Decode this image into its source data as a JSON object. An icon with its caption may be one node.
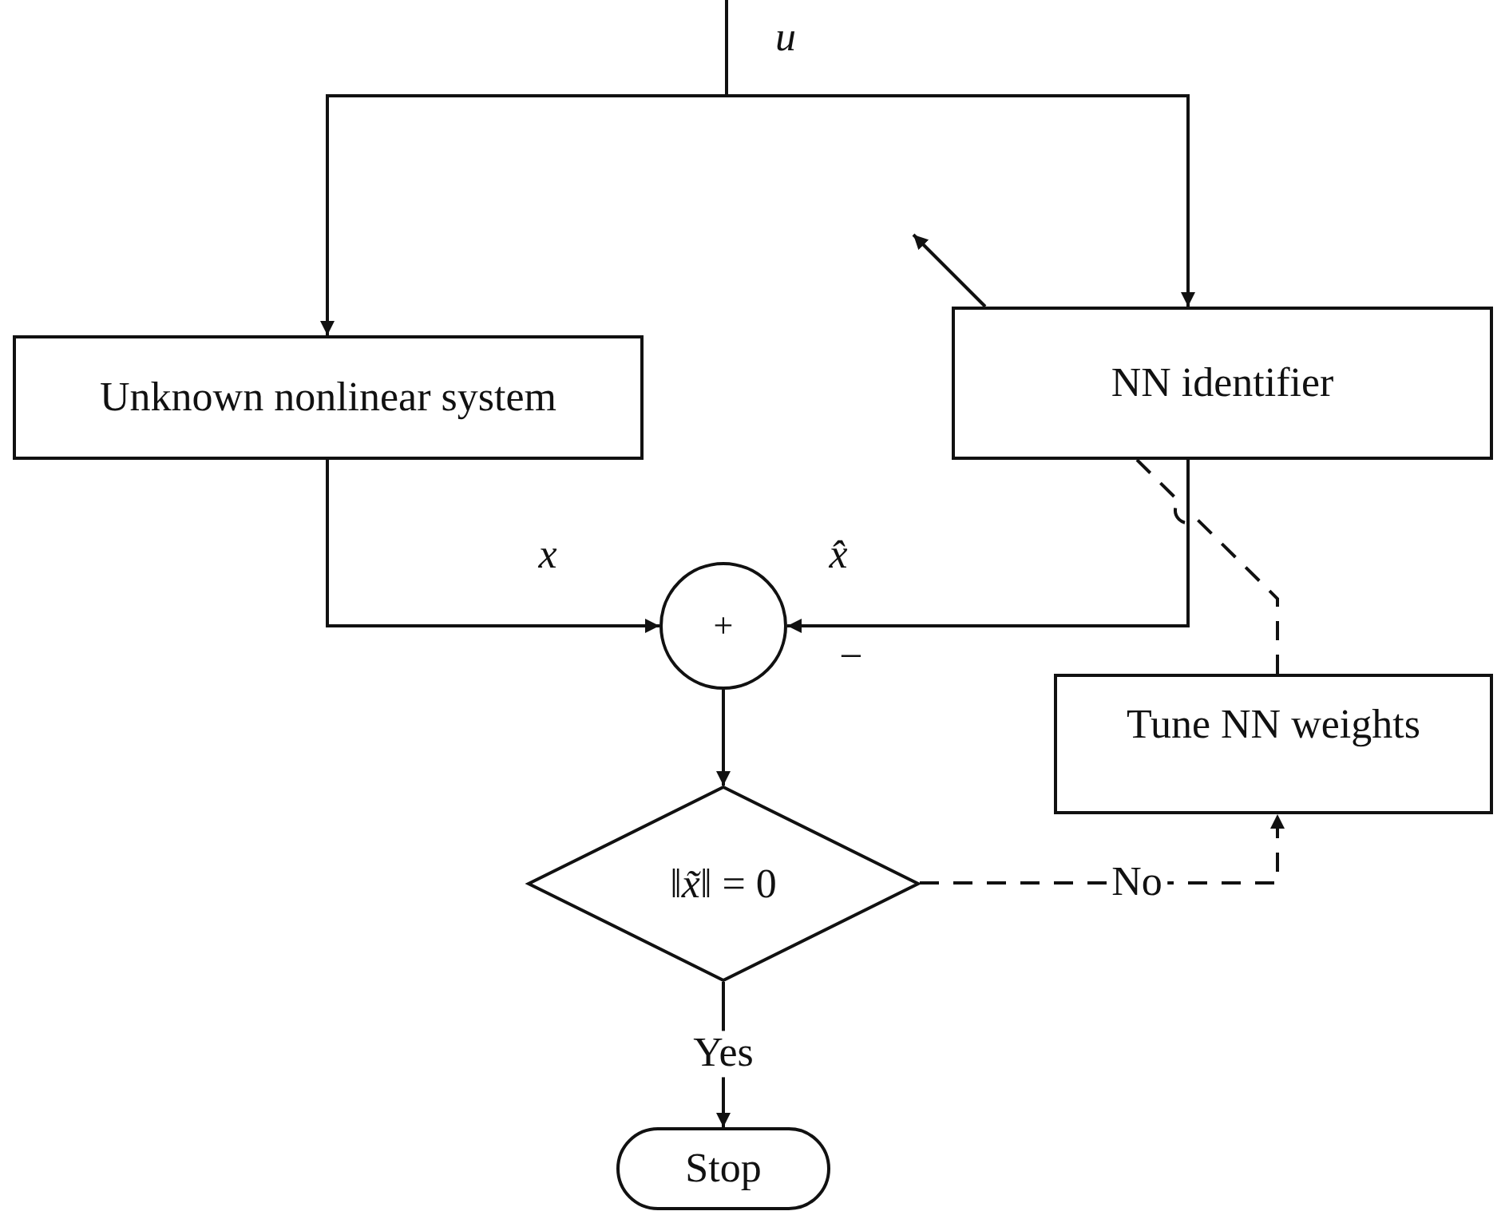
{
  "diagram": {
    "nodes": [
      {
        "text": [
          "Unknown nonlinear system"
        ]
      },
      {
        "text": [
          "NN identifier"
        ]
      },
      {
        "text": [
          "+"
        ]
      },
      {
        "text": [
          "‖*x̃*‖ = 0"
        ]
      },
      {
        "text": [
          "Tune NN weights"
        ]
      },
      {
        "text": [
          "Stop"
        ]
      }
    ],
    "edges": [
      {
        "from": null,
        "to": 0,
        "arrow": "to"
      },
      {
        "from": null,
        "to": 1,
        "arrow": "to"
      },
      {
        "from": 0,
        "to": 2,
        "arrow": "to",
        "label": "x"
      },
      {
        "from": 1,
        "to": 2,
        "arrow": "to",
        "label": "x̂"
      },
      {
        "from": 2,
        "to": 3,
        "arrow": "to"
      },
      {
        "from": 3,
        "to": 4,
        "arrow": "to",
        "label": "No",
        "style": "dashed"
      },
      {
        "from": 3,
        "to": 5,
        "arrow": "to",
        "label": "Yes"
      },
      {
        "from": 4,
        "to": 1,
        "arrow": "none",
        "style": "dashed"
      },
      {
        "from": 1,
        "to": null,
        "arrow": "to"
      }
    ],
    "labels": [
      "u",
      "−"
    ]
  }
}
